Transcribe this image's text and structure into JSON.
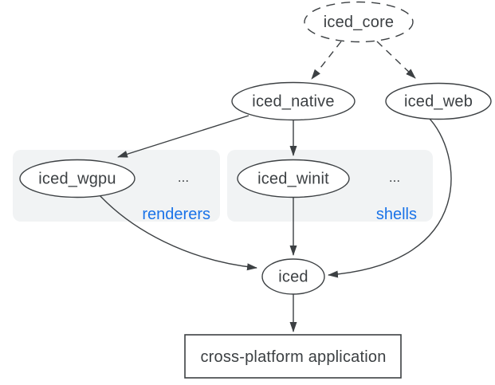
{
  "diagram": {
    "kind": "crate-dependency-graph",
    "nodes": {
      "iced_core": {
        "label": "iced_core",
        "shape": "ellipse",
        "border": "dashed"
      },
      "iced_native": {
        "label": "iced_native",
        "shape": "ellipse",
        "border": "solid"
      },
      "iced_web": {
        "label": "iced_web",
        "shape": "ellipse",
        "border": "solid"
      },
      "iced_wgpu": {
        "label": "iced_wgpu",
        "shape": "ellipse",
        "border": "solid"
      },
      "iced_winit": {
        "label": "iced_winit",
        "shape": "ellipse",
        "border": "solid"
      },
      "iced": {
        "label": "iced",
        "shape": "ellipse",
        "border": "solid"
      },
      "app": {
        "label": "cross-platform application",
        "shape": "rectangle",
        "border": "solid"
      }
    },
    "groups": {
      "renderers": {
        "label": "renderers",
        "ellipsis": "...",
        "members": [
          "iced_wgpu"
        ]
      },
      "shells": {
        "label": "shells",
        "ellipsis": "...",
        "members": [
          "iced_winit"
        ]
      }
    },
    "edges": [
      {
        "from": "iced_core",
        "to": "iced_native",
        "style": "dashed"
      },
      {
        "from": "iced_core",
        "to": "iced_web",
        "style": "dashed"
      },
      {
        "from": "iced_native",
        "to": "iced_wgpu",
        "style": "solid"
      },
      {
        "from": "iced_native",
        "to": "iced_winit",
        "style": "solid"
      },
      {
        "from": "iced_wgpu",
        "to": "iced",
        "style": "solid"
      },
      {
        "from": "iced_winit",
        "to": "iced",
        "style": "solid"
      },
      {
        "from": "iced_web",
        "to": "iced",
        "style": "solid"
      },
      {
        "from": "iced",
        "to": "app",
        "style": "solid"
      }
    ],
    "colors": {
      "line": "#3c4043",
      "text": "#3c4043",
      "group_label": "#1a73e8",
      "group_fill": "#f1f3f4",
      "node_fill": "#ffffff",
      "background": "#ffffff"
    }
  }
}
